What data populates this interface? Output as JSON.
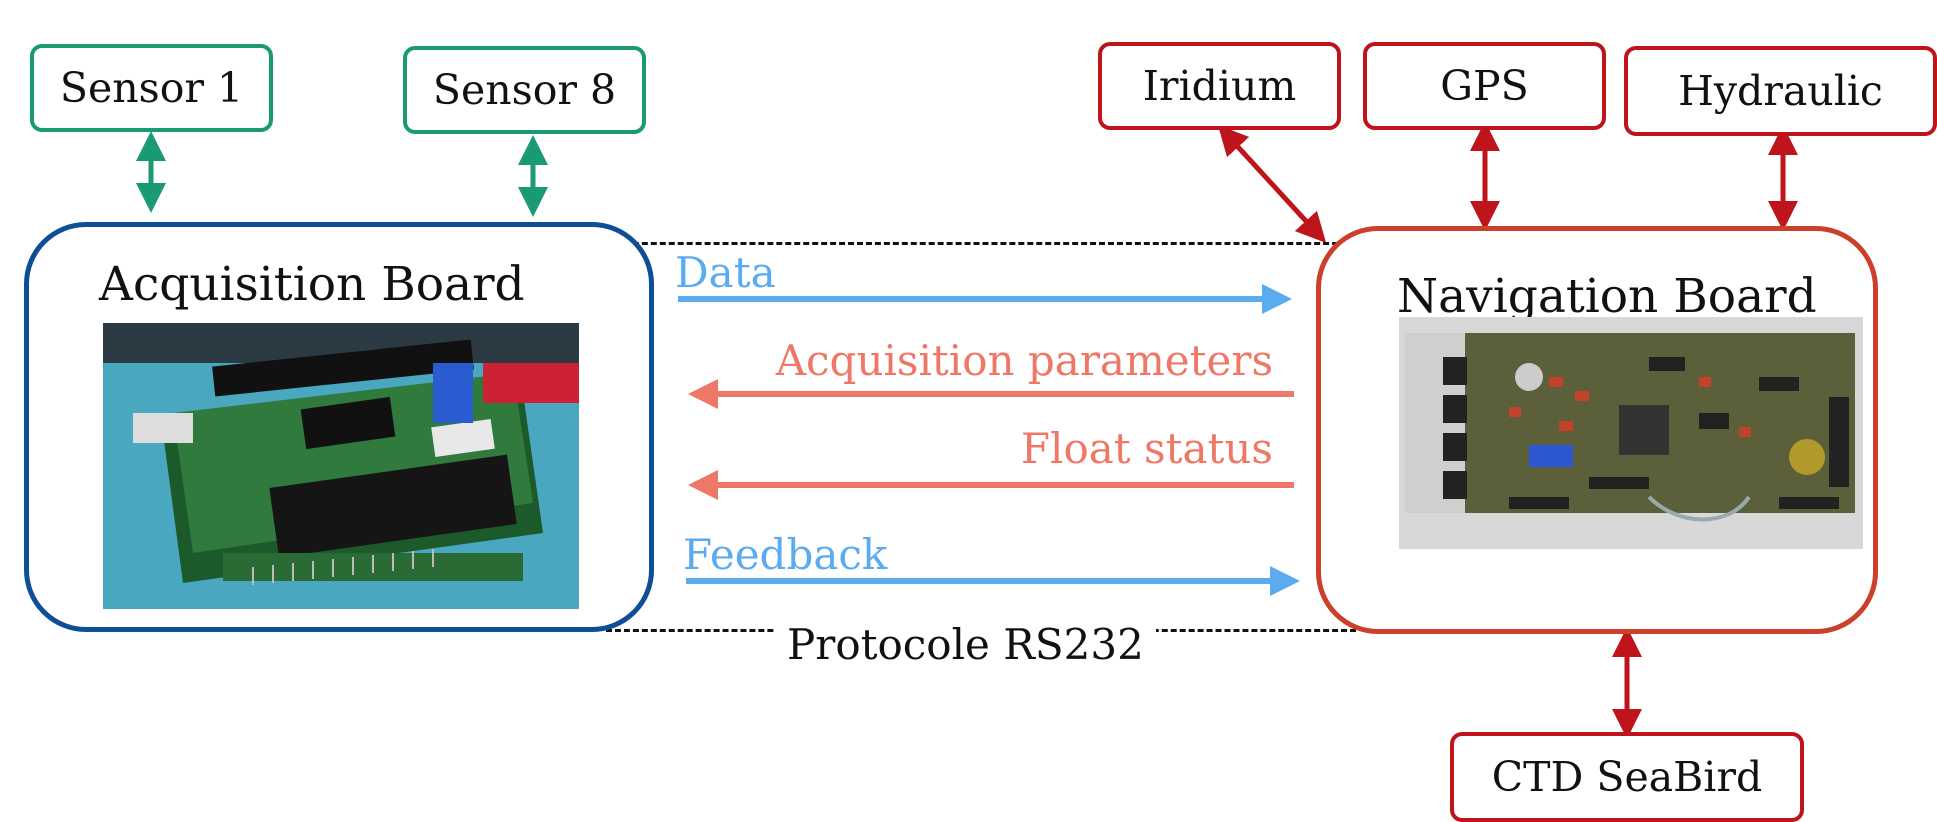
{
  "sensors": [
    {
      "label": "Sensor 1"
    },
    {
      "label": "Sensor 8"
    }
  ],
  "peripherals": {
    "iridium": "Iridium",
    "gps": "GPS",
    "hydraulic": "Hydraulic",
    "ctd": "CTD SeaBird"
  },
  "acquisition_board": {
    "title": "Acquisition Board"
  },
  "navigation_board": {
    "title": "Navigation Board"
  },
  "protocol": {
    "label": "Protocole RS232"
  },
  "messages": [
    {
      "label": "Data",
      "direction": "to-navigation"
    },
    {
      "label": "Acquisition parameters",
      "direction": "to-acquisition"
    },
    {
      "label": "Float status",
      "direction": "to-acquisition"
    },
    {
      "label": "Feedback",
      "direction": "to-navigation"
    }
  ],
  "colors": {
    "sensor": "#1a9a74",
    "peripheral": "#c0141c",
    "acquisition_border": "#0d4e96",
    "navigation_border": "#cc3f2b",
    "to_navigation_arrow": "#5aabef",
    "to_acquisition_arrow": "#ee7765"
  }
}
